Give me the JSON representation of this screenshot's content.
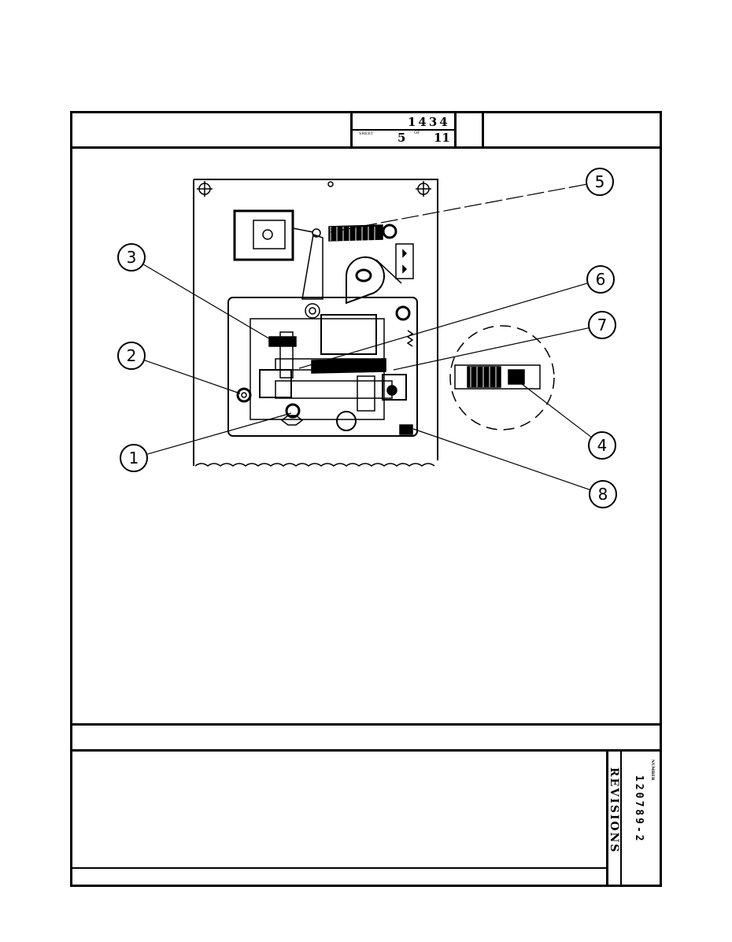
{
  "title_block": {
    "drawing_number": "1434",
    "sheet_label": "SHEET",
    "sheet": "5",
    "of_label": "OF",
    "total_sheets": "11"
  },
  "revisions": {
    "label": "REVISIONS",
    "number_label": "NUMBER",
    "number": "120789-2"
  },
  "callouts": [
    "1",
    "2",
    "3",
    "4",
    "5",
    "6",
    "7",
    "8"
  ]
}
